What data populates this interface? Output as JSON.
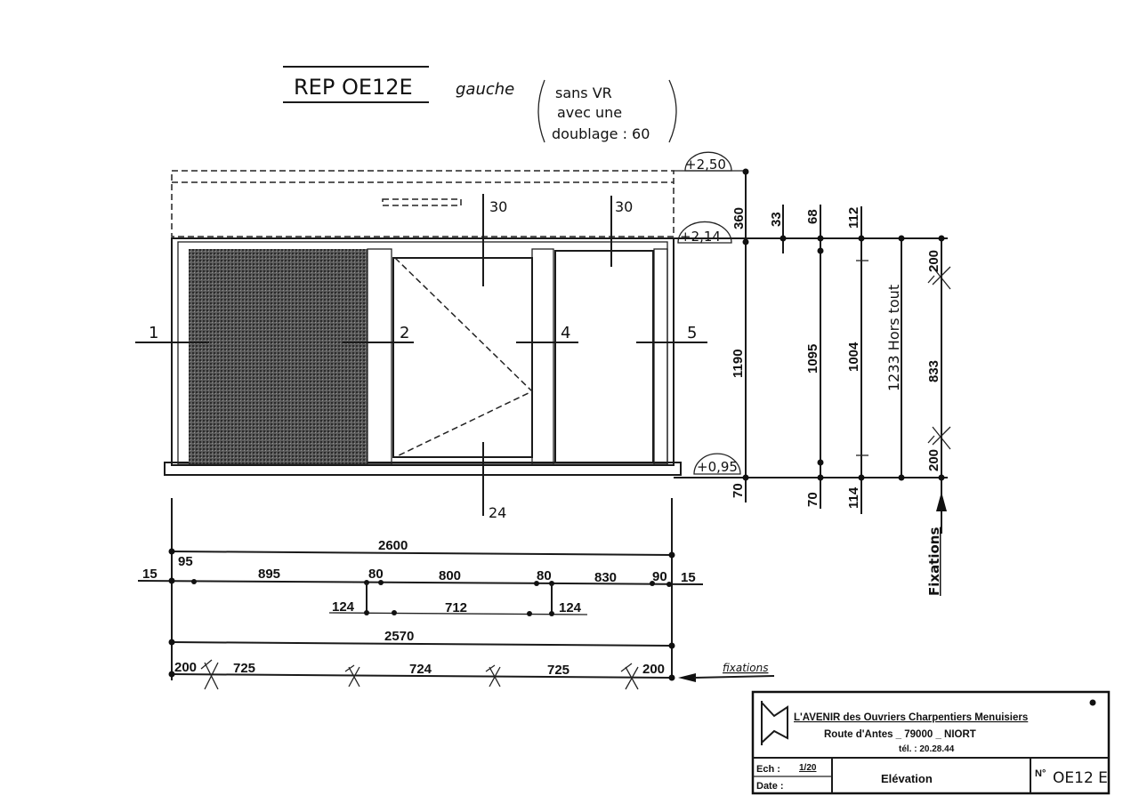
{
  "title": {
    "ref": "REP  OE12E",
    "side": "gauche",
    "note": [
      "sans VR",
      "avec une",
      "doublage : 60"
    ]
  },
  "sections": {
    "s1": "1",
    "s2": "2",
    "s4": "4",
    "s5": "5",
    "top1": "30",
    "top2": "30",
    "bottom": "24"
  },
  "levels": {
    "top": "+2,50",
    "middle": "+2,14",
    "bottom": "+0,95"
  },
  "vertical_dims": {
    "box": "360",
    "total": "1190",
    "bottom_offset": "70",
    "d33": "33",
    "d68": "68",
    "d1095": "1095",
    "d70": "70",
    "d112": "112",
    "d1004": "1004",
    "d114": "114",
    "overall": "1233 Hors tout",
    "fix_top": "200",
    "fix_mid": "833",
    "fix_bottom": "200",
    "fixations_label": "Fixations"
  },
  "horizontal_dims": {
    "overall": "2600",
    "row2": [
      "15",
      "95",
      "895",
      "80",
      "800",
      "80",
      "830",
      "90",
      "15"
    ],
    "row3": [
      "124",
      "712",
      "124"
    ],
    "inner": "2570",
    "fixations": [
      "200",
      "725",
      "724",
      "725",
      "200"
    ],
    "fixations_label": "fixations"
  },
  "cartouche": {
    "company": "L'AVENIR  des Ouvriers  Charpentiers  Menuisiers",
    "address": "Route  d'Antes  _ 79000 _ NIORT",
    "phone": "tél. : 20.28.44",
    "scale_label": "Ech :",
    "scale_value": "1/20",
    "date_label": "Date :",
    "view": "Elévation",
    "number_label": "N°",
    "number": "OE12 E"
  }
}
